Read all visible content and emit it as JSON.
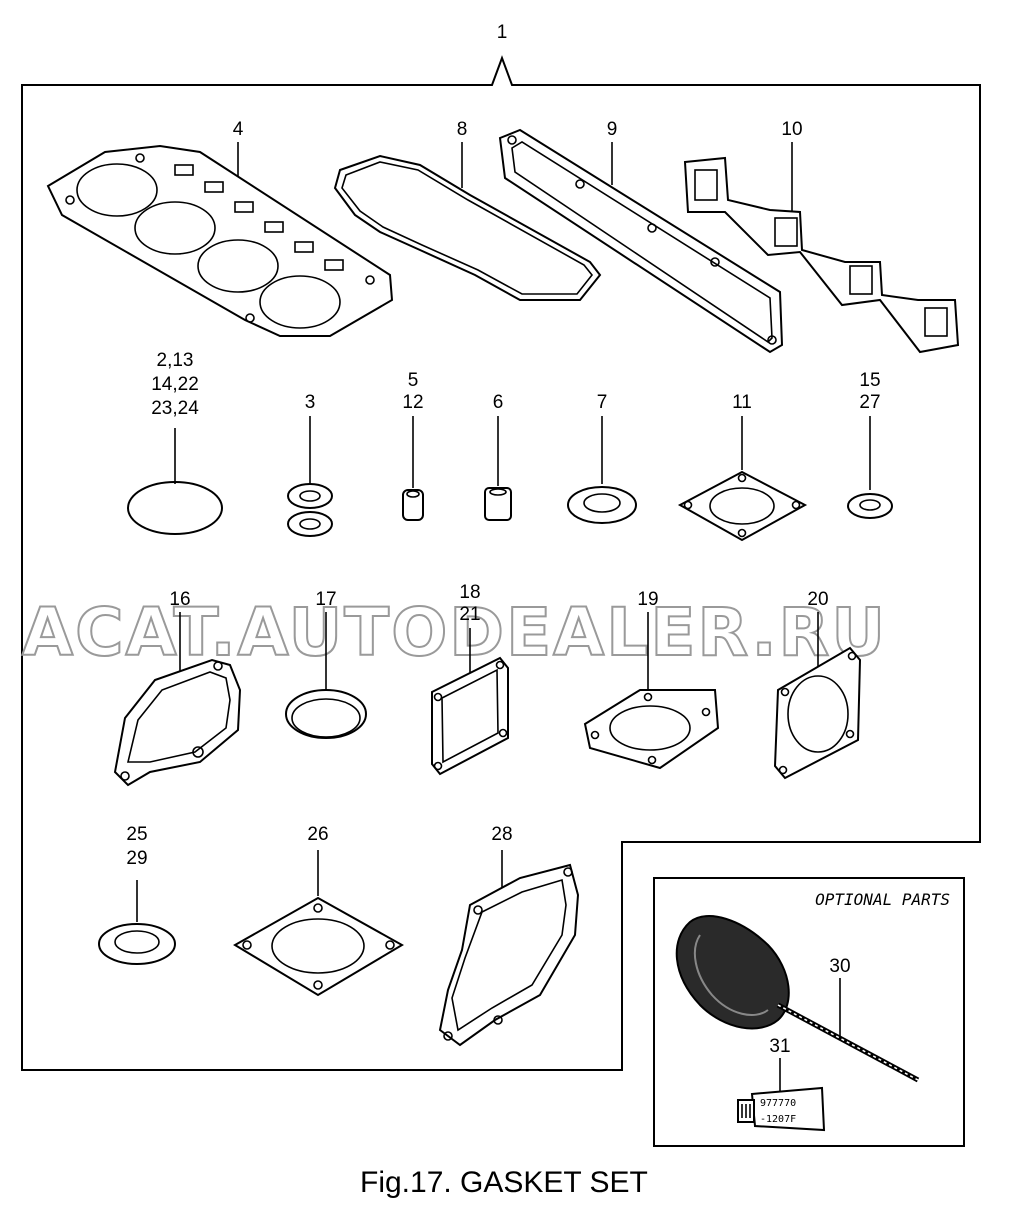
{
  "figure": {
    "caption": "Fig.17.  GASKET SET",
    "kit_label": "1",
    "optional_title": "OPTIONAL PARTS",
    "watermark": "ACAT.AUTODEALER.RU",
    "tube_code_line1": "977770",
    "tube_code_line2": "-1207F"
  },
  "callouts": {
    "c4": "4",
    "c8": "8",
    "c9": "9",
    "c10": "10",
    "c2a": "2,13",
    "c2b": "14,22",
    "c2c": "23,24",
    "c3": "3",
    "c5a": "5",
    "c5b": "12",
    "c6": "6",
    "c7": "7",
    "c11": "11",
    "c15a": "15",
    "c15b": "27",
    "c16": "16",
    "c17": "17",
    "c18a": "18",
    "c18b": "21",
    "c19": "19",
    "c20": "20",
    "c25a": "25",
    "c25b": "29",
    "c26": "26",
    "c28": "28",
    "c30": "30",
    "c31": "31"
  }
}
